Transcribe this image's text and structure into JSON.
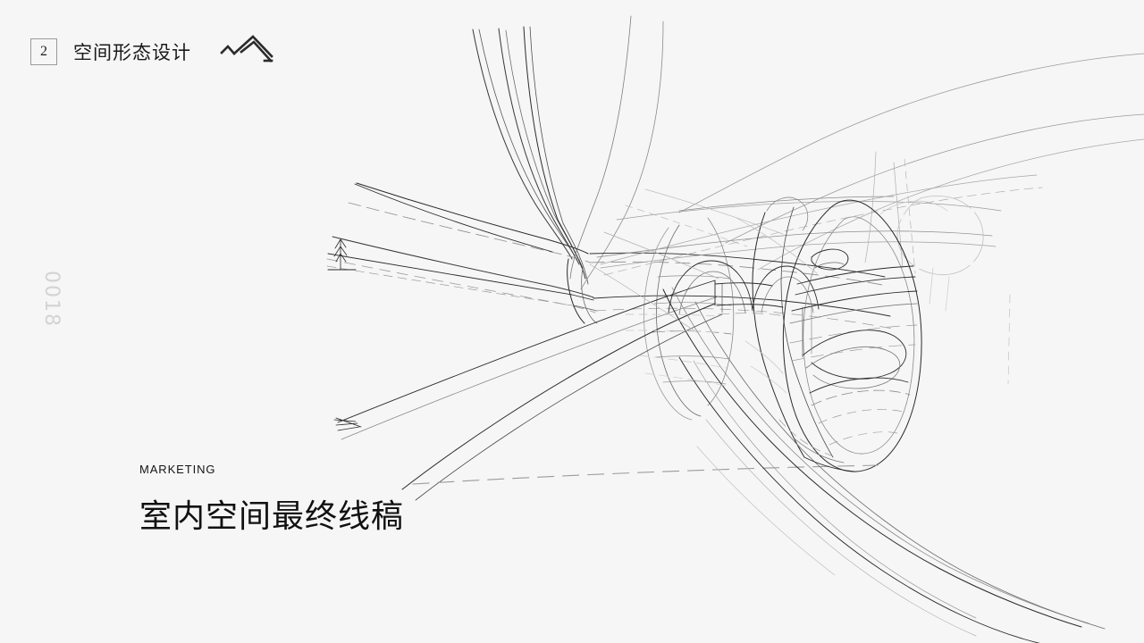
{
  "slide": {
    "background_color": "#f6f6f6",
    "ink_color": "#1b1b1b",
    "faint_ink_color": "#b9b9b9",
    "muted_text_color": "#d3d3d3"
  },
  "header": {
    "section_number": "2",
    "section_title": "空间形态设计",
    "brand_mark_icon": "mountain-chevron-icon"
  },
  "page_number": {
    "value": "0018"
  },
  "caption": {
    "eyebrow": "MARKETING",
    "title": "室内空间最终线稿"
  },
  "artwork": {
    "name": "interior-space-line-sketch",
    "description": "perspective line drawing of a curved interior space with oval portals and sweeping ribbon surfaces"
  }
}
